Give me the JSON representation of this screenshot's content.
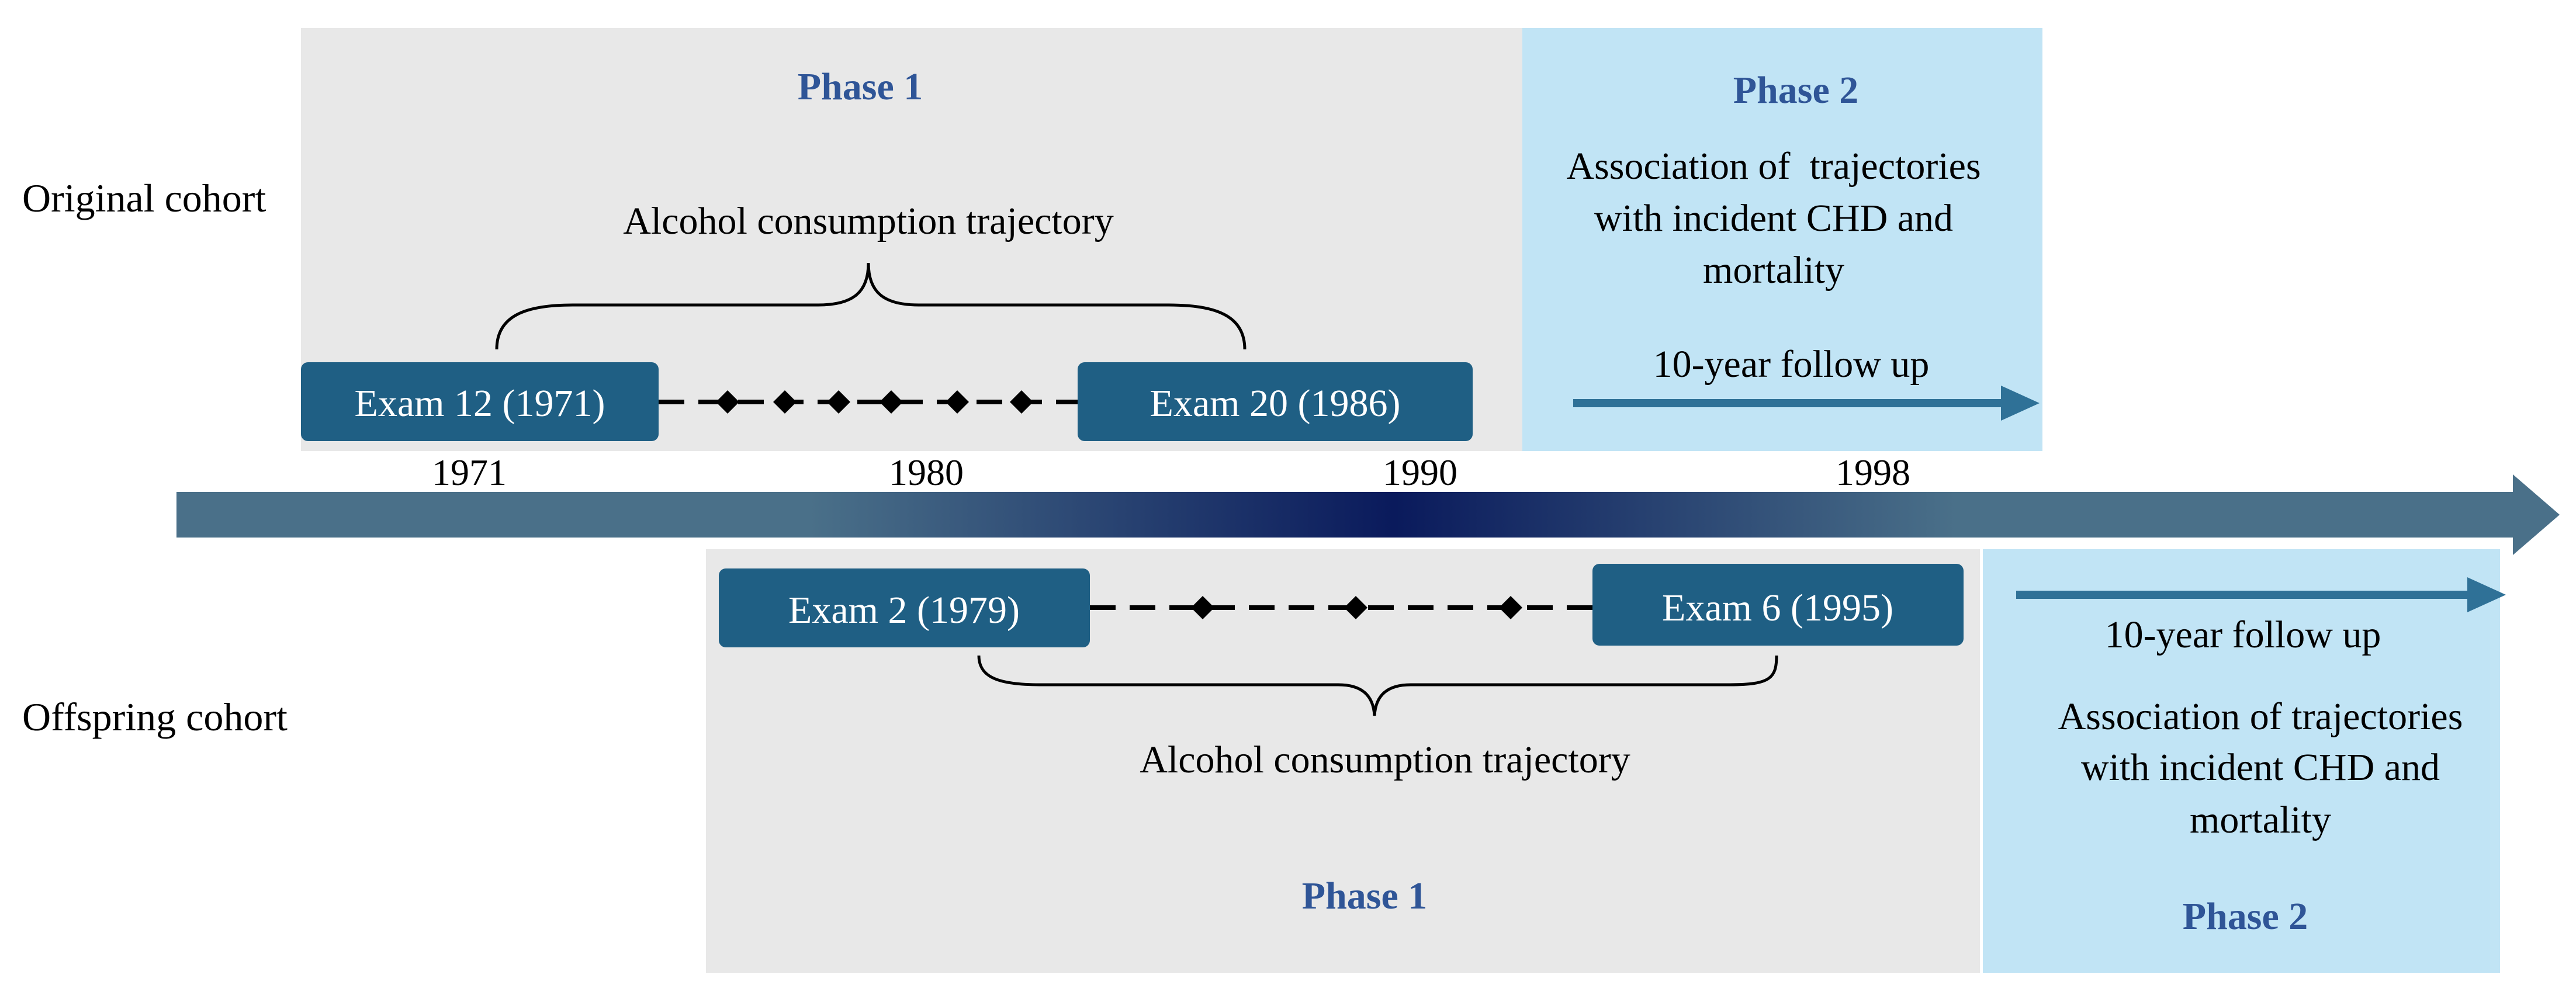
{
  "original": {
    "label": "Original cohort",
    "phase1": {
      "title": "Phase 1",
      "trajectory_label": "Alcohol consumption trajectory"
    },
    "phase2": {
      "title": "Phase 2",
      "association_lines": [
        "Association of  trajectories",
        "with incident CHD and",
        "mortality"
      ],
      "followup_label": "10-year follow up"
    },
    "exam_start": "Exam 12 (1971)",
    "exam_end": "Exam 20 (1986)"
  },
  "years": [
    "1971",
    "1980",
    "1990",
    "1998"
  ],
  "offspring": {
    "label": "Offspring cohort",
    "phase1": {
      "title": "Phase 1",
      "trajectory_label": "Alcohol consumption trajectory"
    },
    "phase2": {
      "title": "Phase 2",
      "association_lines": [
        "Association of trajectories",
        "with incident CHD and",
        "mortality"
      ],
      "followup_label": "10-year follow up"
    },
    "exam_start": "Exam 2 (1979)",
    "exam_end": "Exam 6 (1995)"
  },
  "colors": {
    "phase1_bg": "#e8e8e8",
    "phase2_bg": "#c1e4f5",
    "exam_box": "#1f5f84",
    "phase_title": "#2f5597",
    "timeline_edge": "#4a7089",
    "timeline_center": "#0a1a5c",
    "followup_arrow": "#2f7197"
  }
}
